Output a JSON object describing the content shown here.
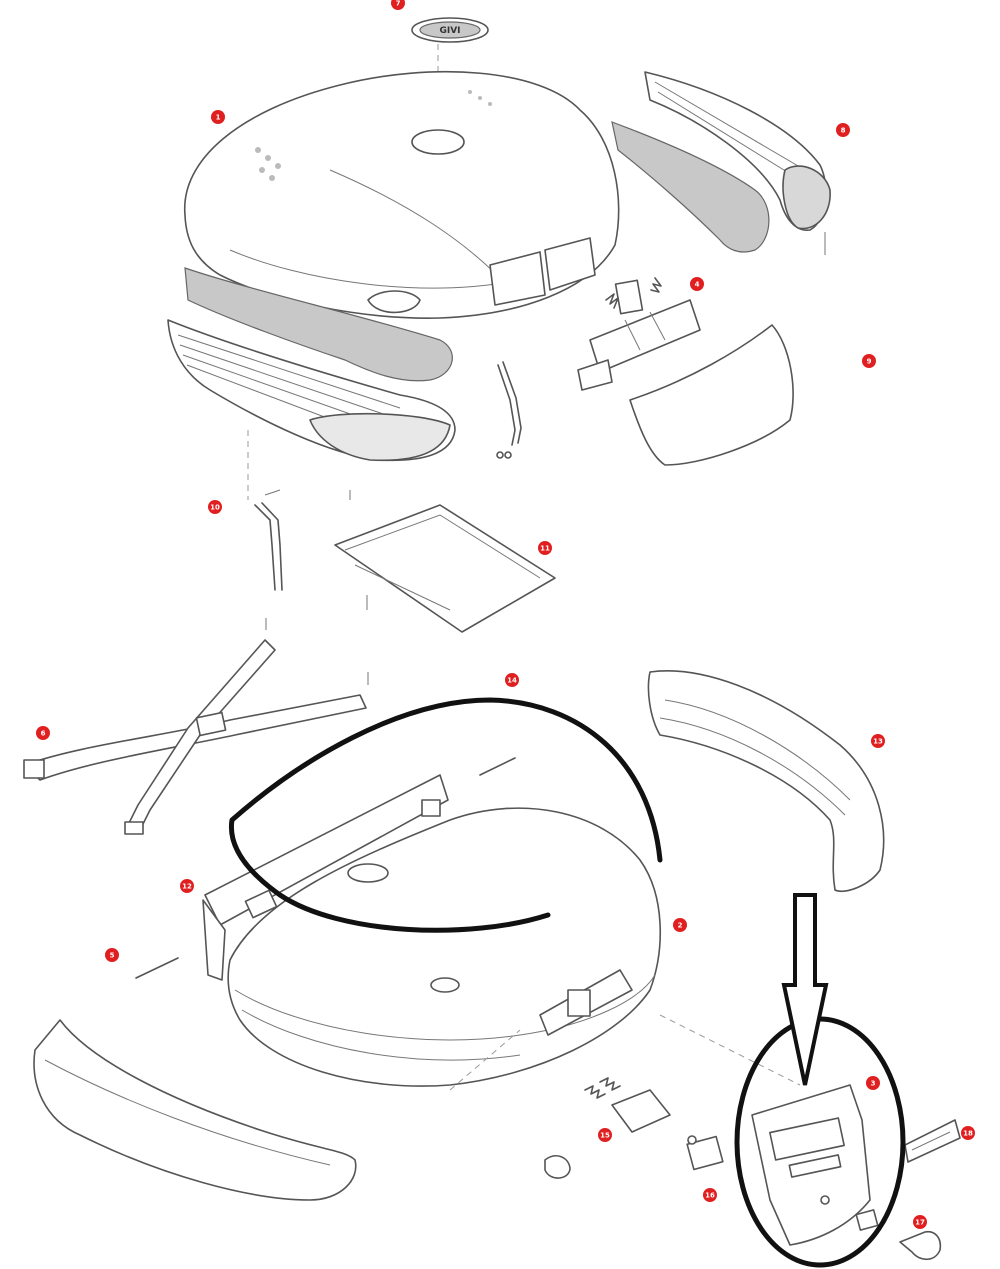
{
  "parts": [
    {
      "id": "p7",
      "label": "7"
    },
    {
      "id": "p1",
      "label": "1"
    },
    {
      "id": "p8",
      "label": "8"
    },
    {
      "id": "p4",
      "label": "4"
    },
    {
      "id": "p9",
      "label": "9"
    },
    {
      "id": "p10",
      "label": "10"
    },
    {
      "id": "p11",
      "label": "11"
    },
    {
      "id": "p6",
      "label": "6"
    },
    {
      "id": "p14",
      "label": "14"
    },
    {
      "id": "p13",
      "label": "13"
    },
    {
      "id": "p12",
      "label": "12"
    },
    {
      "id": "p2",
      "label": "2"
    },
    {
      "id": "p5",
      "label": "5"
    },
    {
      "id": "p3",
      "label": "3"
    },
    {
      "id": "p18",
      "label": "18"
    },
    {
      "id": "p15",
      "label": "15"
    },
    {
      "id": "p16",
      "label": "16"
    },
    {
      "id": "p17",
      "label": "17"
    }
  ],
  "brand_logo_text": "GIVI",
  "colors": {
    "badge": "#e02020",
    "line": "#555555",
    "marker": "#111111",
    "fill_grey": "#c8c8c8"
  }
}
